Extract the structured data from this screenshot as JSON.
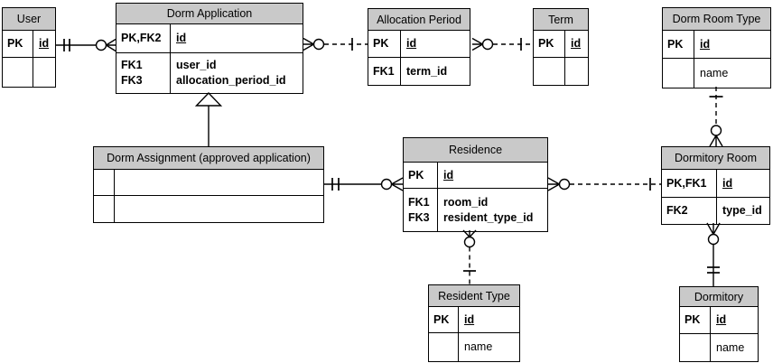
{
  "diagram": {
    "title": "Dormitory allocation entity-relationship diagram",
    "colors": {
      "header_fill": "#c9c9c9",
      "border": "#000000",
      "background": "#ffffff",
      "line": "#000000"
    },
    "entities": [
      {
        "id": "user",
        "title": "User",
        "rows": [
          {
            "keys": [
              "PK"
            ],
            "attrs": [
              "id"
            ]
          },
          {
            "keys": [],
            "attrs": []
          }
        ]
      },
      {
        "id": "dorm-application",
        "title": "Dorm Application",
        "rows": [
          {
            "keys": [
              "PK,FK2"
            ],
            "attrs": [
              "id"
            ]
          },
          {
            "keys": [
              "FK1",
              "FK3"
            ],
            "attrs": [
              "user_id",
              "allocation_period_id"
            ]
          }
        ]
      },
      {
        "id": "allocation-period",
        "title": "Allocation Period",
        "rows": [
          {
            "keys": [
              "PK"
            ],
            "attrs": [
              "id"
            ]
          },
          {
            "keys": [
              "FK1"
            ],
            "attrs": [
              "term_id"
            ]
          }
        ]
      },
      {
        "id": "term",
        "title": "Term",
        "rows": [
          {
            "keys": [
              "PK"
            ],
            "attrs": [
              "id"
            ]
          },
          {
            "keys": [],
            "attrs": []
          }
        ]
      },
      {
        "id": "dorm-room-type",
        "title": "Dorm Room Type",
        "rows": [
          {
            "keys": [
              "PK"
            ],
            "attrs": [
              "id"
            ]
          },
          {
            "keys": [],
            "attrs": [
              "name"
            ]
          }
        ]
      },
      {
        "id": "dorm-assignment",
        "title": "Dorm Assignment (approved application)",
        "rows": [
          {
            "keys": [],
            "attrs": []
          },
          {
            "keys": [],
            "attrs": []
          }
        ]
      },
      {
        "id": "residence",
        "title": "Residence",
        "rows": [
          {
            "keys": [
              "PK"
            ],
            "attrs": [
              "id"
            ]
          },
          {
            "keys": [
              "FK1",
              "FK3"
            ],
            "attrs": [
              "room_id",
              "resident_type_id"
            ]
          }
        ]
      },
      {
        "id": "dormitory-room",
        "title": "Dormitory Room",
        "rows": [
          {
            "keys": [
              "PK,FK1"
            ],
            "attrs": [
              "id"
            ]
          },
          {
            "keys": [
              "FK2"
            ],
            "attrs": [
              "type_id"
            ]
          }
        ]
      },
      {
        "id": "resident-type",
        "title": "Resident Type",
        "rows": [
          {
            "keys": [
              "PK"
            ],
            "attrs": [
              "id"
            ]
          },
          {
            "keys": [],
            "attrs": [
              "name"
            ]
          }
        ]
      },
      {
        "id": "dormitory",
        "title": "Dormitory",
        "rows": [
          {
            "keys": [
              "PK"
            ],
            "attrs": [
              "id"
            ]
          },
          {
            "keys": [],
            "attrs": [
              "name"
            ]
          }
        ]
      }
    ],
    "relationships": [
      {
        "from": "User",
        "to": "Dorm Application",
        "from_cardinality": "one-and-only-one",
        "to_cardinality": "zero-or-many",
        "line": "solid"
      },
      {
        "from": "Dorm Application",
        "to": "Allocation Period",
        "from_cardinality": "zero-or-many",
        "to_cardinality": "one",
        "line": "dashed"
      },
      {
        "from": "Allocation Period",
        "to": "Term",
        "from_cardinality": "zero-or-many",
        "to_cardinality": "one",
        "line": "dashed"
      },
      {
        "from": "Dorm Room Type",
        "to": "Dormitory Room",
        "from_cardinality": "one",
        "to_cardinality": "zero-or-many",
        "line": "dashed"
      },
      {
        "from": "Dorm Application",
        "to": "Dorm Assignment (approved application)",
        "type": "inheritance"
      },
      {
        "from": "Dorm Assignment (approved application)",
        "to": "Residence",
        "from_cardinality": "one-and-only-one",
        "to_cardinality": "zero-or-many",
        "line": "solid"
      },
      {
        "from": "Residence",
        "to": "Dormitory Room",
        "from_cardinality": "zero-or-many",
        "to_cardinality": "one",
        "line": "dashed"
      },
      {
        "from": "Residence",
        "to": "Resident Type",
        "from_cardinality": "zero-or-many",
        "to_cardinality": "one",
        "line": "dashed"
      },
      {
        "from": "Dormitory Room",
        "to": "Dormitory",
        "from_cardinality": "zero-or-many",
        "to_cardinality": "one-and-only-one",
        "line": "solid"
      }
    ]
  }
}
